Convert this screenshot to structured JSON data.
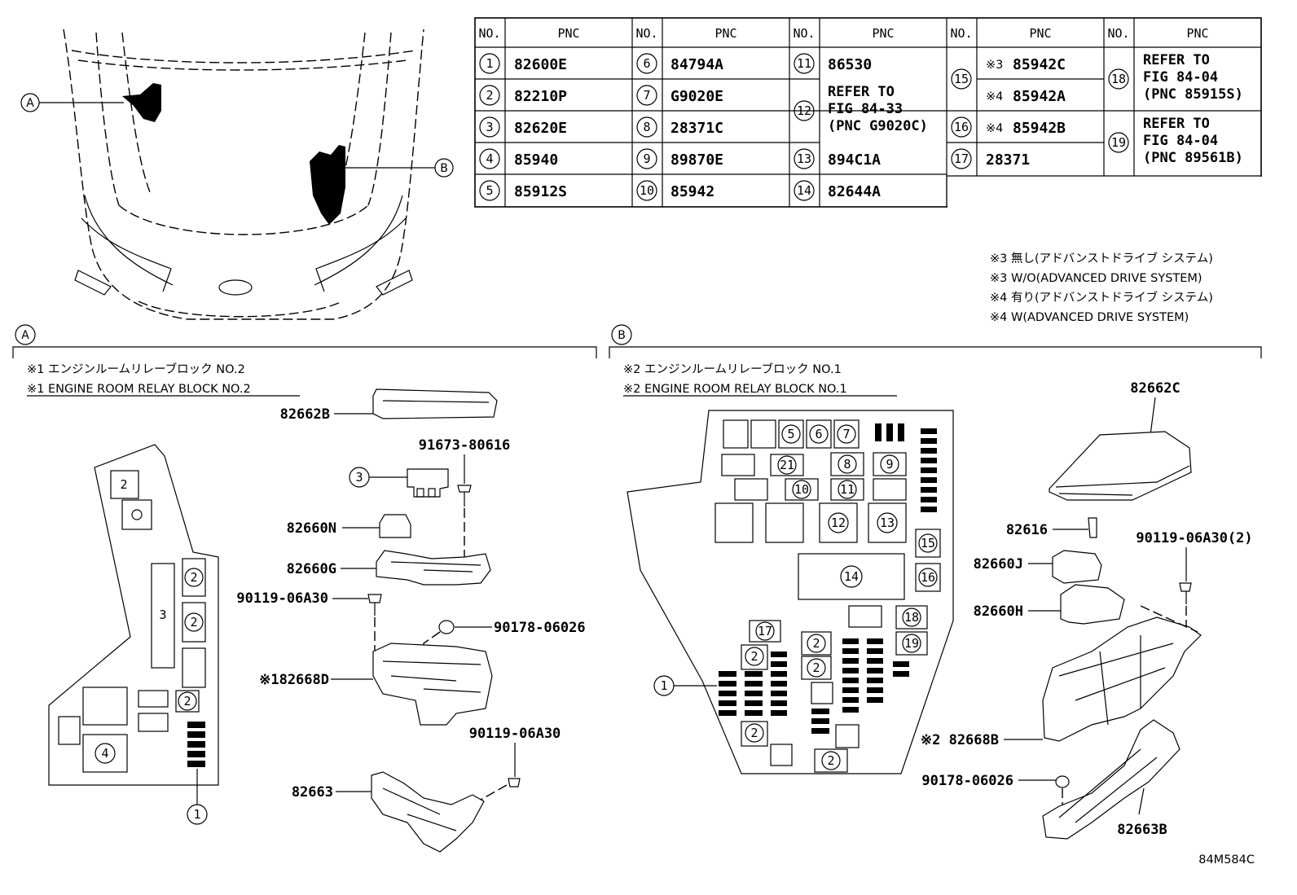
{
  "table": {
    "headers": {
      "no": "NO.",
      "pnc": "PNC"
    },
    "rows": [
      {
        "no": "1",
        "pnc": "82600E"
      },
      {
        "no": "2",
        "pnc": "82210P"
      },
      {
        "no": "3",
        "pnc": "82620E"
      },
      {
        "no": "4",
        "pnc": "85940"
      },
      {
        "no": "5",
        "pnc": "85912S"
      },
      {
        "no": "6",
        "pnc": "84794A"
      },
      {
        "no": "7",
        "pnc": "G9020E"
      },
      {
        "no": "8",
        "pnc": "28371C"
      },
      {
        "no": "9",
        "pnc": "89870E"
      },
      {
        "no": "10",
        "pnc": "85942"
      },
      {
        "no": "11",
        "pnc": "86530"
      },
      {
        "no": "12",
        "lines": [
          "REFER TO",
          "FIG 84-33",
          "(PNC G9020C)"
        ]
      },
      {
        "no": "13",
        "pnc": "894C1A"
      },
      {
        "no": "14",
        "pnc": "82644A"
      },
      {
        "no": "15",
        "sub": [
          {
            "mark": "※3",
            "pnc": "85942C"
          },
          {
            "mark": "※4",
            "pnc": "85942A"
          }
        ]
      },
      {
        "no": "16",
        "mark": "※4",
        "pnc": "85942B"
      },
      {
        "no": "17",
        "pnc": "28371"
      },
      {
        "no": "18",
        "lines": [
          "REFER TO",
          "FIG 84-04",
          "(PNC 85915S)"
        ]
      },
      {
        "no": "19",
        "lines": [
          "REFER TO",
          "FIG 84-04",
          "(PNC 89561B)"
        ]
      }
    ]
  },
  "notes": [
    "※3 無し(アドバンストドライブ システム)",
    "※3 W/O(ADVANCED DRIVE SYSTEM)",
    "※4 有り(アドバンストドライブ システム)",
    "※4 W(ADVANCED DRIVE SYSTEM)"
  ],
  "overview": {
    "callout_a": "A",
    "callout_b": "B"
  },
  "section_a": {
    "label": "A",
    "title_jp": "※1 エンジンルームリレーブロック NO.2",
    "title_en": "※1 ENGINE ROOM RELAY BLOCK NO.2",
    "block_markers": [
      "2",
      "2",
      "2",
      "3",
      "2",
      "4",
      "1"
    ],
    "parts": {
      "p82662B": "82662B",
      "p91673": "91673-80616",
      "callout3": "3",
      "p82660N": "82660N",
      "p82660G": "82660G",
      "p90119a": "90119-06A30",
      "p90178": "90178-06026",
      "p82668D": "※182668D",
      "p90119b": "90119-06A30",
      "p82663": "82663"
    }
  },
  "section_b": {
    "label": "B",
    "title_jp": "※2 エンジンルームリレーブロック NO.1",
    "title_en": "※2 ENGINE ROOM RELAY BLOCK NO.1",
    "block_markers": [
      "5",
      "6",
      "7",
      "21",
      "8",
      "9",
      "10",
      "11",
      "12",
      "13",
      "15",
      "14",
      "16",
      "18",
      "17",
      "2",
      "2",
      "2",
      "19",
      "2",
      "2",
      "1"
    ],
    "parts": {
      "p82662C": "82662C",
      "p82616": "82616",
      "p90119": "90119-06A30(2)",
      "p82660J": "82660J",
      "p82660H": "82660H",
      "p82668B": "※2 82668B",
      "p90178": "90178-06026",
      "p82663B": "82663B"
    }
  },
  "figure_id": "84M584C"
}
